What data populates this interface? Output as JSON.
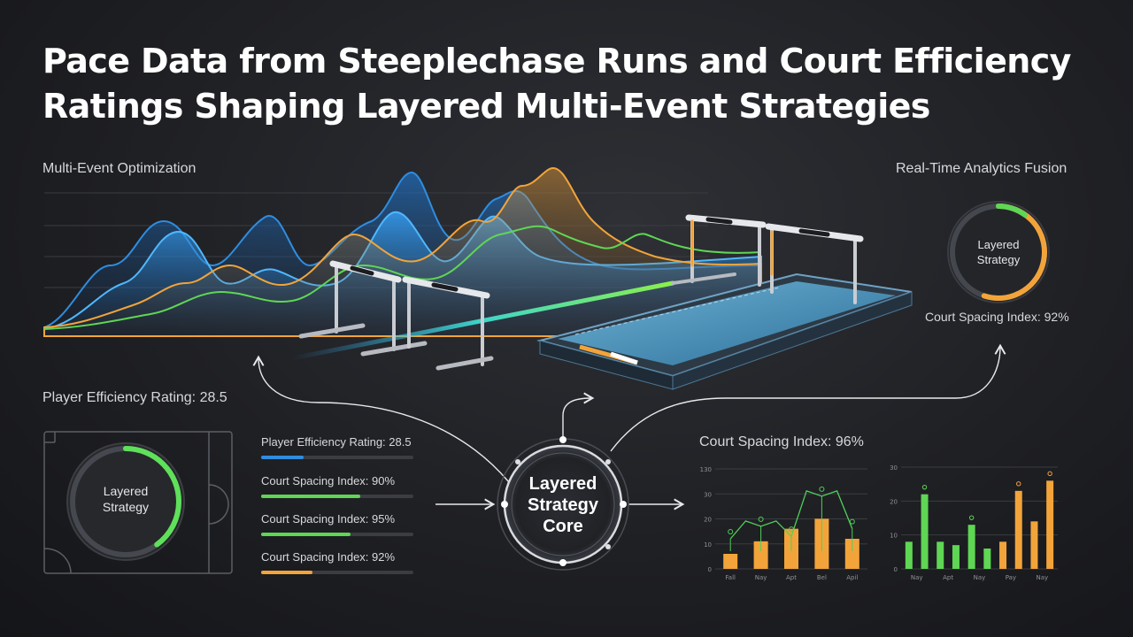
{
  "header": {
    "title": "Pace Data from Steeplechase Runs and Court Efficiency Ratings Shaping Layered Multi-Event Strategies"
  },
  "labels": {
    "multi_event": "Multi-Event Optimization",
    "realtime": "Real-Time Analytics Fusion",
    "player_efficiency": "Player Efficiency Rating: 28.5",
    "court_spacing_right": "Court Spacing Index: 92%",
    "court_spacing_chart": "Court Spacing Index: 96%"
  },
  "ring_right": {
    "line1": "Layered",
    "line2": "Strategy",
    "progress": 0.55,
    "color": "#f2a43a"
  },
  "ring_left": {
    "line1": "Layered",
    "line2": "Strategy",
    "progress": 0.4,
    "color": "#5fe05a"
  },
  "core": {
    "line1": "Layered",
    "line2": "Strategy",
    "line3": "Core"
  },
  "metric_bars": [
    {
      "label": "Player Efficiency Rating: 28.5",
      "fill": 0.28,
      "color": "#2f8de0"
    },
    {
      "label": "Court Spacing Index: 90%",
      "fill": 0.65,
      "color": "#5fd654"
    },
    {
      "label": "Court Spacing Index: 95%",
      "fill": 0.59,
      "color": "#5fd654"
    },
    {
      "label": "Court Spacing Index: 92%",
      "fill": 0.34,
      "color": "#f2a43a"
    }
  ],
  "chart_data": [
    {
      "type": "bar",
      "ylim": [
        0,
        130
      ],
      "yticks": [
        "130",
        "30",
        "20",
        "10",
        "0"
      ],
      "categories": [
        "Fall",
        "Nay",
        "Apt",
        "Bel",
        "Apil"
      ],
      "values": [
        6,
        11,
        16,
        20,
        12
      ],
      "line": [
        12,
        17,
        13,
        29,
        16
      ],
      "bar_color": "#f2a43a",
      "line_color": "#4fd05a"
    },
    {
      "type": "bar",
      "ylim": [
        0,
        30
      ],
      "yticks": [
        "30",
        "20",
        "10",
        "0"
      ],
      "categories": [
        "Nay",
        "Apt",
        "Nay",
        "Pay",
        "Nay"
      ],
      "values": [
        8,
        22,
        8,
        7,
        13,
        6,
        8,
        23,
        14,
        26
      ],
      "colors": [
        "#5fd654",
        "#5fd654",
        "#5fd654",
        "#5fd654",
        "#5fd654",
        "#5fd654",
        "#f2a43a",
        "#f2a43a",
        "#f2a43a",
        "#f2a43a"
      ]
    }
  ]
}
